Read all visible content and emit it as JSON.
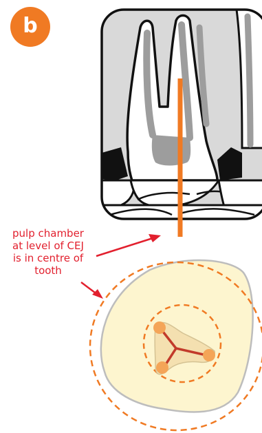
{
  "figure": {
    "panel_label": "b",
    "caption_lines": [
      "pulp chamber",
      "at level of CEJ",
      "is in centre of",
      "tooth"
    ]
  },
  "colors": {
    "accent_orange": "#f07a23",
    "caption_red": "#e2202e",
    "crown_fill": "#fdf5cf",
    "pulp_fill": "#f4e0b0",
    "canal_line": "#c23a2a",
    "pulp_gray": "#9d9d9d",
    "background_gray": "#d9d9d9"
  }
}
